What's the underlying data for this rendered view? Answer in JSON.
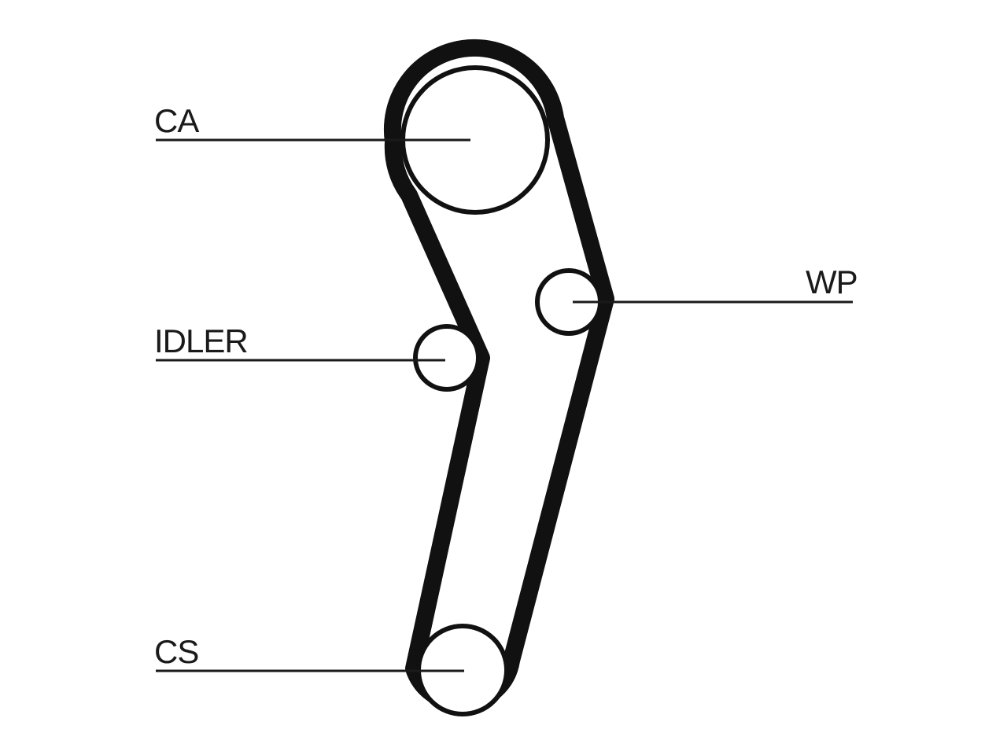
{
  "diagram": {
    "labels": {
      "camshaft": "CA",
      "idler": "IDLER",
      "water_pump": "WP",
      "crankshaft": "CS"
    },
    "colors": {
      "line": "#111111",
      "background": "#ffffff"
    }
  }
}
